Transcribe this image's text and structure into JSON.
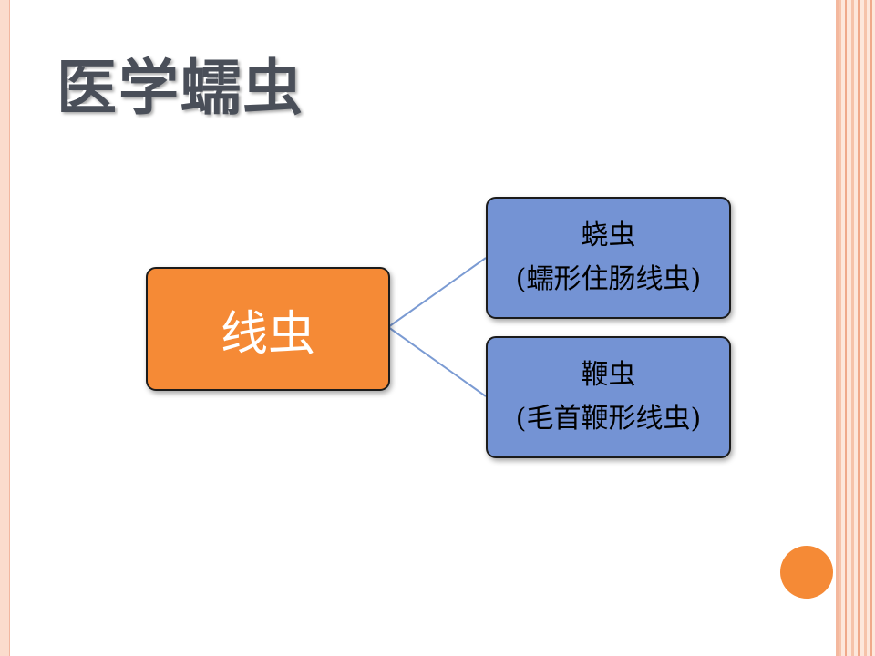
{
  "title": "医学蠕虫",
  "diagram": {
    "root": {
      "label": "线虫"
    },
    "children": [
      {
        "name": "蛲虫",
        "scientific": "(蠕形住肠线虫)"
      },
      {
        "name": "鞭虫",
        "scientific": "(毛首鞭形线虫)"
      }
    ]
  },
  "colors": {
    "root_fill": "#f58a36",
    "child_fill": "#7493d4",
    "connector": "#7b9bd3",
    "accent": "#f58a36",
    "title_text": "#4a4f59"
  }
}
